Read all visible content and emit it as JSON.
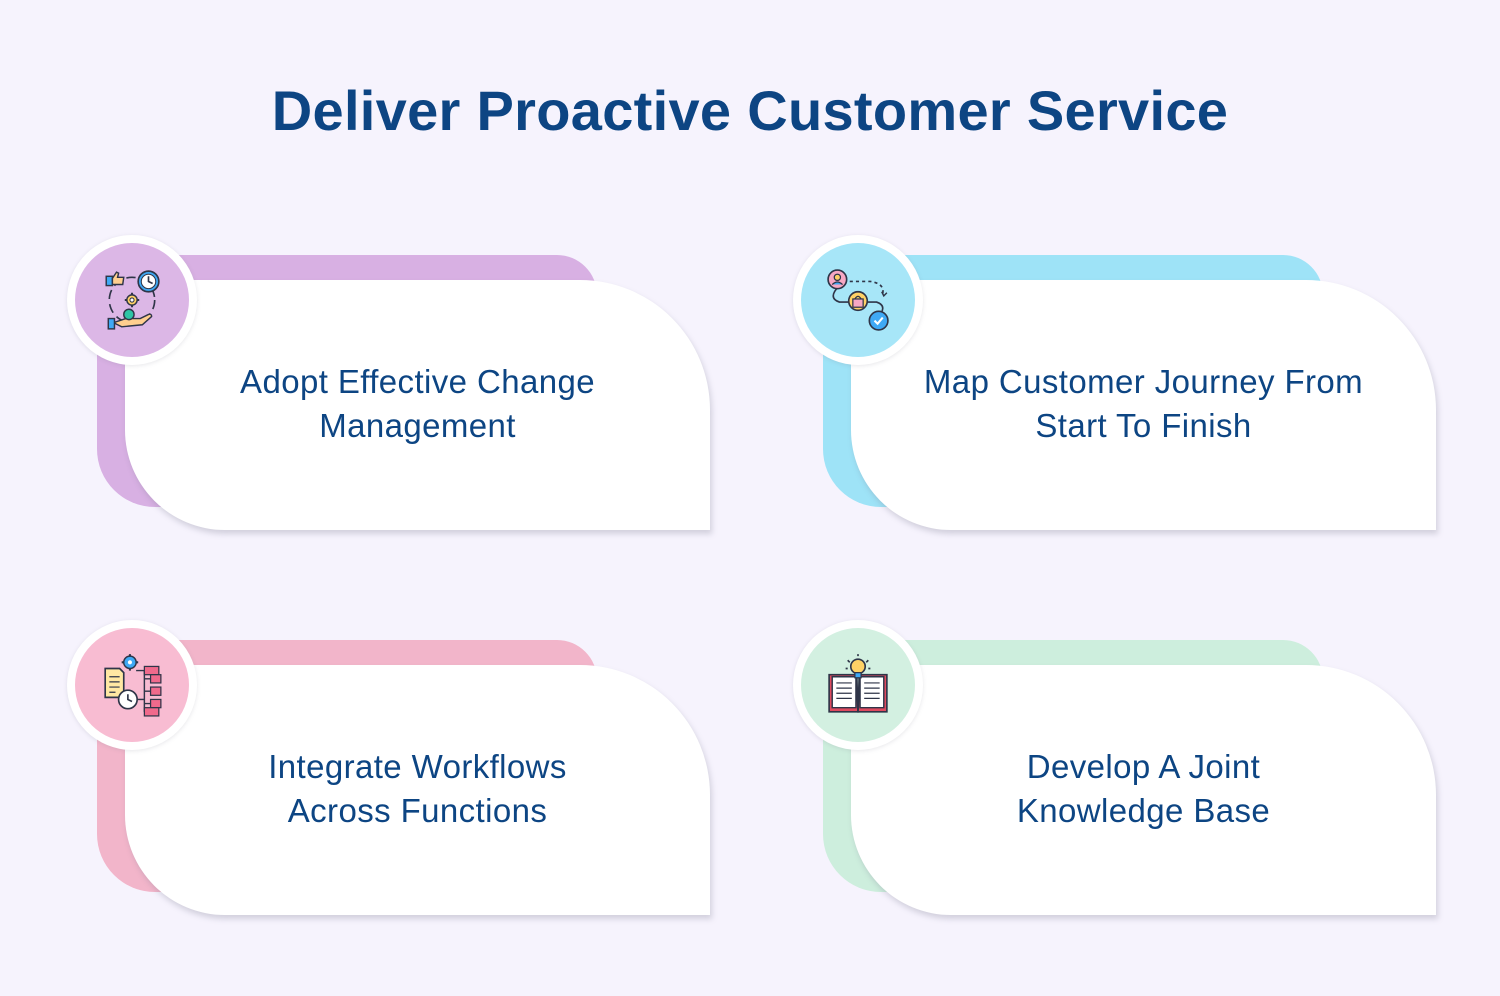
{
  "title": "Deliver Proactive Customer Service",
  "colors": {
    "title": "#0d4583",
    "text": "#0d4583",
    "background": "#f6f3fd",
    "purple_back": "#d8b0e3",
    "purple_disc": "#dcb7e6",
    "blue_back": "#9ee3f7",
    "blue_disc": "#a7e6f8",
    "pink_back": "#f2b5ca",
    "pink_disc": "#f8bcd2",
    "green_back": "#cdeedd",
    "green_disc": "#d3f0e1"
  },
  "cards": [
    {
      "line1": "Adopt Effective Change",
      "line2": "Management",
      "icon": "change-management-icon"
    },
    {
      "line1": "Map Customer Journey From",
      "line2": "Start To Finish",
      "icon": "customer-journey-icon"
    },
    {
      "line1": "Integrate Workflows",
      "line2": "Across Functions",
      "icon": "workflow-icon"
    },
    {
      "line1": "Develop A Joint",
      "line2": "Knowledge Base",
      "icon": "knowledge-base-icon"
    }
  ]
}
